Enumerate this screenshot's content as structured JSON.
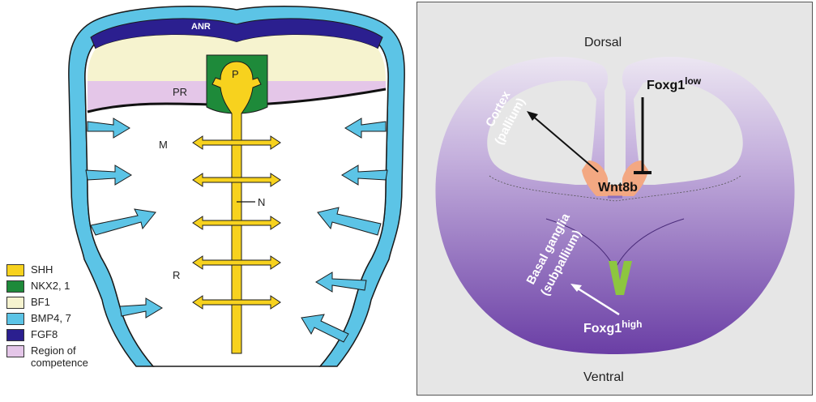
{
  "left": {
    "labels": {
      "anr": "ANR",
      "p": "P",
      "pr": "PR",
      "m": "M",
      "n": "N",
      "r": "R"
    },
    "legend": [
      {
        "label": "SHH",
        "color": "#f7d21e"
      },
      {
        "label": "NKX2, 1",
        "color": "#1e8a3a"
      },
      {
        "label": "BF1",
        "color": "#f6f3cf"
      },
      {
        "label": "BMP4, 7",
        "color": "#5cc4e6"
      },
      {
        "label": "FGF8",
        "color": "#2b1f8f"
      },
      {
        "label": "Region of competence",
        "color": "#e4c6e8"
      }
    ]
  },
  "right": {
    "dorsal": "Dorsal",
    "ventral": "Ventral",
    "cortex": "Cortex",
    "pallium": "(pallium)",
    "foxg1_low_base": "Foxg1",
    "foxg1_low_sup": "low",
    "wnt8b": "Wnt8b",
    "basal_ganglia": "Basal ganglia",
    "subpallium": "(subpallium)",
    "foxg1_high_base": "Foxg1",
    "foxg1_high_sup": "high",
    "colors": {
      "background": "#e6e6e6",
      "tissue_top": "#ece6f2",
      "tissue_bottom": "#6a3ea5",
      "wnt8b_patch": "#f3a882",
      "v_mark": "#8dc63f"
    }
  }
}
